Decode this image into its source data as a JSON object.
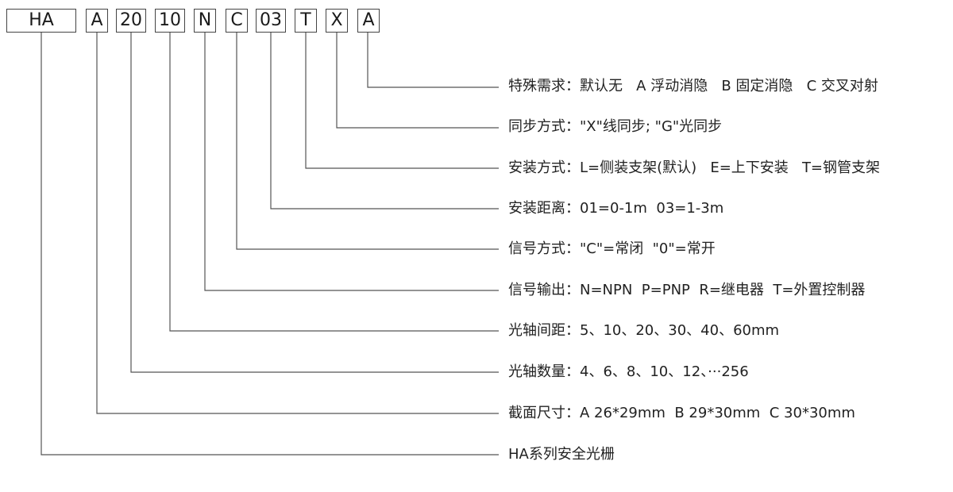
{
  "code_parts": [
    "HA",
    "A",
    "20",
    "10",
    "N",
    "C",
    "03",
    "T",
    "X",
    "A"
  ],
  "rows": [
    {
      "label": "特殊需求：",
      "value": "默认无   A 浮动消隐   B 固定消隐   C 交叉对射"
    },
    {
      "label": "同步方式：",
      "value": "\"X\"线同步; \"G\"光同步"
    },
    {
      "label": "安装方式：",
      "value": "L=侧装支架(默认)   E=上下安装   T=钢管支架"
    },
    {
      "label": "安装距离：",
      "value": "01=0-1m  03=1-3m"
    },
    {
      "label": "信号方式：",
      "value": "\"C\"=常闭  \"0\"=常开"
    },
    {
      "label": "信号输出：",
      "value": "N=NPN  P=PNP  R=继电器  T=外置控制器"
    },
    {
      "label": "光轴间距：",
      "value": "5、10、20、30、40、60mm"
    },
    {
      "label": "光轴数量：",
      "value": "4、6、8、10、12、···256"
    },
    {
      "label": "截面尺寸：",
      "value": "A 26*29mm  B 29*30mm  C 30*30mm"
    },
    {
      "label": "HA系列安全光栅",
      "value": ""
    }
  ],
  "colors": {
    "line": "#555555",
    "box_border": "#444444",
    "text": "#222222"
  }
}
